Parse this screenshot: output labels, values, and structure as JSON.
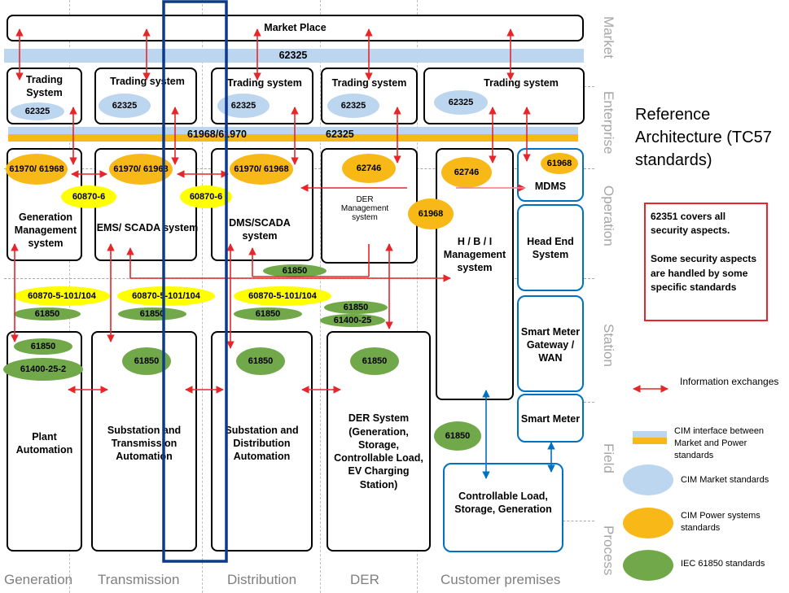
{
  "zones": [
    "Market",
    "Enterprise",
    "Operation",
    "Station",
    "Field",
    "Process"
  ],
  "domains": [
    "Generation",
    "Transmission",
    "Distribution",
    "DER",
    "Customer premises"
  ],
  "market_place": "Market Place",
  "cim_bar_top": "62325",
  "cim_bar_mid": {
    "left": "61968/61970",
    "right": "62325"
  },
  "trading": {
    "gen": {
      "label": "Trading System",
      "std": "62325"
    },
    "trans": {
      "label": "Trading system",
      "std": "62325"
    },
    "dist": {
      "label": "Trading system",
      "std": "62325"
    },
    "der": {
      "label": "Trading system",
      "std": "62325"
    },
    "cust": {
      "label": "Trading system",
      "std": "62325"
    }
  },
  "operation": {
    "gen": {
      "label": "Generation Management system",
      "std": "61970/ 61968",
      "link": "60870-6"
    },
    "trans": {
      "label": "EMS/ SCADA system",
      "std": "61970/ 61968",
      "link": "60870-6"
    },
    "dist": {
      "label": "DMS/SCADA system",
      "std": "61970/ 61968"
    },
    "der": {
      "label": "DER Management system",
      "std": "62746",
      "std2": "61968"
    },
    "hbi": {
      "label": "H / B / I Management system",
      "std": "62746"
    },
    "mdms": {
      "label": "MDMS",
      "std": "61968"
    },
    "headend": {
      "label": "Head End System"
    }
  },
  "station": {
    "iec101": "60870-5-101/104",
    "iec61850": "61850",
    "der_61850": "61850",
    "der_61400": "61400-25",
    "op_61850": "61850",
    "gen_61850": "61850",
    "gen_61400": "61400-25-2"
  },
  "field": {
    "plant": {
      "label": "Plant Automation"
    },
    "subtrans": {
      "label": "Substation and Transmission Automation",
      "std": "61850"
    },
    "subdist": {
      "label": "Substation and Distribution Automation",
      "std": "61850"
    },
    "dersys": {
      "label": "DER System (Generation, Storage, Controllable Load, EV Charging Station)",
      "std": "61850"
    },
    "gateway": {
      "label": "Smart Meter Gateway / WAN"
    },
    "smartmeter": {
      "label": "Smart Meter"
    },
    "cust_61850": "61850",
    "controllable": {
      "label": "Controllable Load, Storage, Generation"
    }
  },
  "title": "Reference Architecture (TC57 standards)",
  "note": "62351 covers all security aspects.\n\nSome security aspects are handled by some specific standards",
  "legend": {
    "info": "Information exchanges",
    "cim_interface": "CIM interface between Market and Power standards",
    "cim_market": "CIM Market standards",
    "cim_power": "CIM Power systems standards",
    "iec61850": "IEC 61850  standards"
  },
  "colors": {
    "arrow": "#e8262a",
    "power": "#f8b918",
    "iec": "#71a84a",
    "market": "#bcd6ef",
    "yellow": "#ffff00",
    "blue_outline": "#0070c0",
    "highlight": "#0d3a8c",
    "note_border": "#e8262a"
  }
}
